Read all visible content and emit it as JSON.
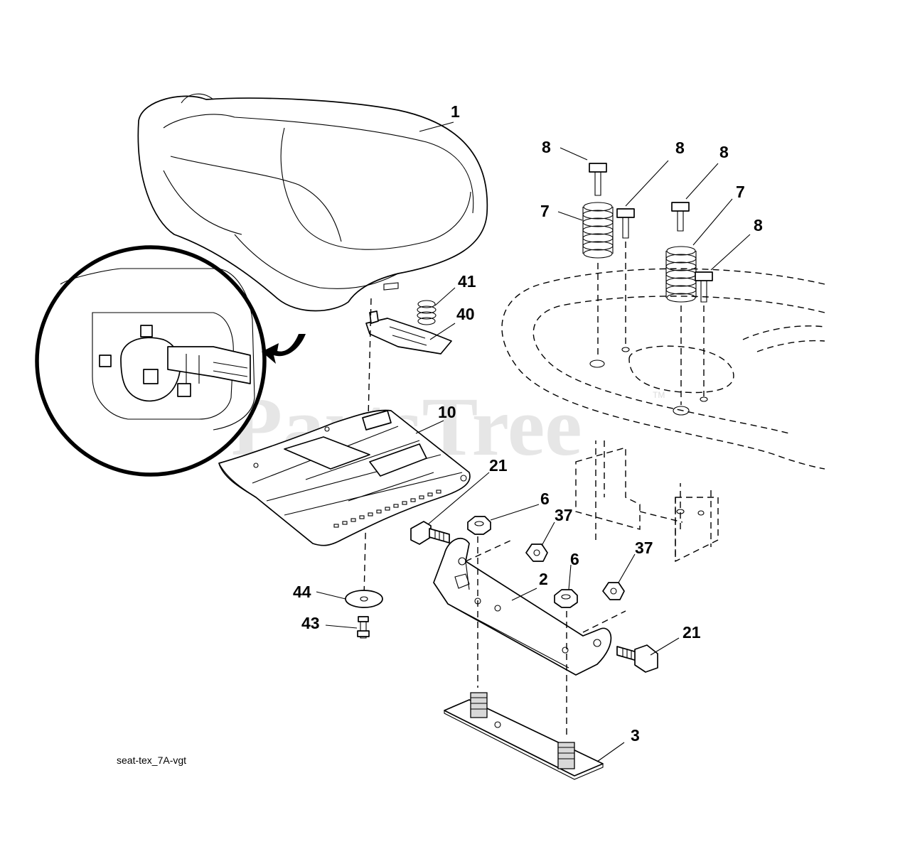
{
  "watermark": {
    "text": "PartsTree",
    "trademark": "TM"
  },
  "caption": "seat-tex_7A-vgt",
  "callouts": {
    "seat": "1",
    "bracket": "2",
    "plate": "3",
    "nut_top": "6",
    "nut_mid": "6",
    "spring_left": "7",
    "spring_right": "7",
    "bolt_a": "8",
    "bolt_b": "8",
    "bolt_c": "8",
    "bolt_d": "8",
    "seat_pan": "10",
    "shoulder_bolt_left": "21",
    "shoulder_bolt_right": "21",
    "locknut_top": "37",
    "locknut_mid": "37",
    "clip": "40",
    "small_spring": "41",
    "washer": "43",
    "screw": "44"
  },
  "colors": {
    "line": "#000000",
    "watermark": "#e6e6e6",
    "background": "#ffffff"
  }
}
